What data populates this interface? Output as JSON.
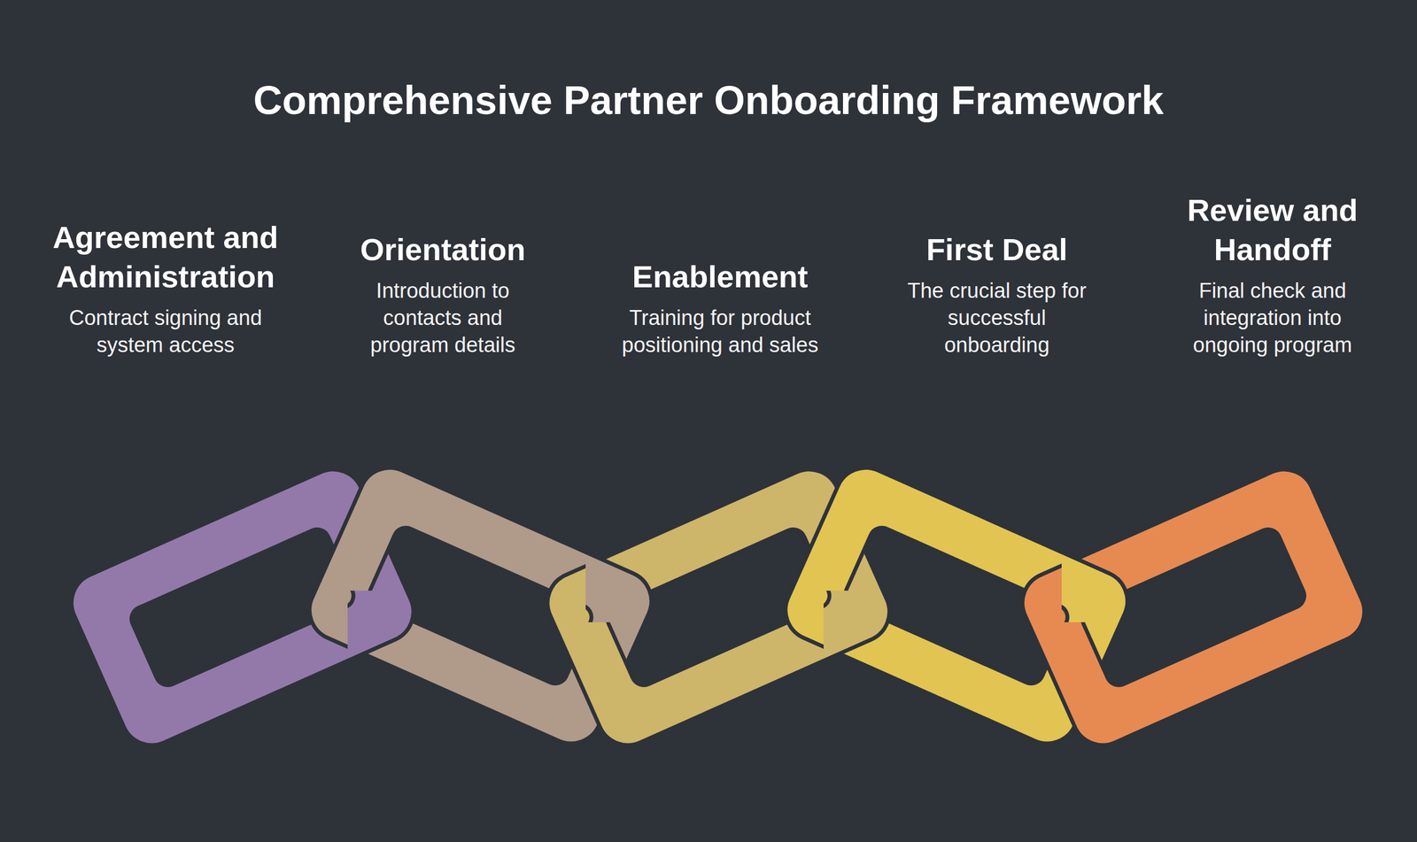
{
  "diagram": {
    "title": "Comprehensive Partner Onboarding Framework",
    "nodes": [
      {
        "text": [
          "Agreement and Administration",
          "Contract signing and system access"
        ]
      },
      {
        "text": [
          "Orientation",
          "Introduction to contacts and program details"
        ]
      },
      {
        "text": [
          "Enablement",
          "Training for product positioning and sales"
        ]
      },
      {
        "text": [
          "First Deal",
          "The crucial step for successful onboarding"
        ]
      },
      {
        "text": [
          "Review and Handoff",
          "Final check and integration into ongoing program"
        ]
      }
    ]
  }
}
